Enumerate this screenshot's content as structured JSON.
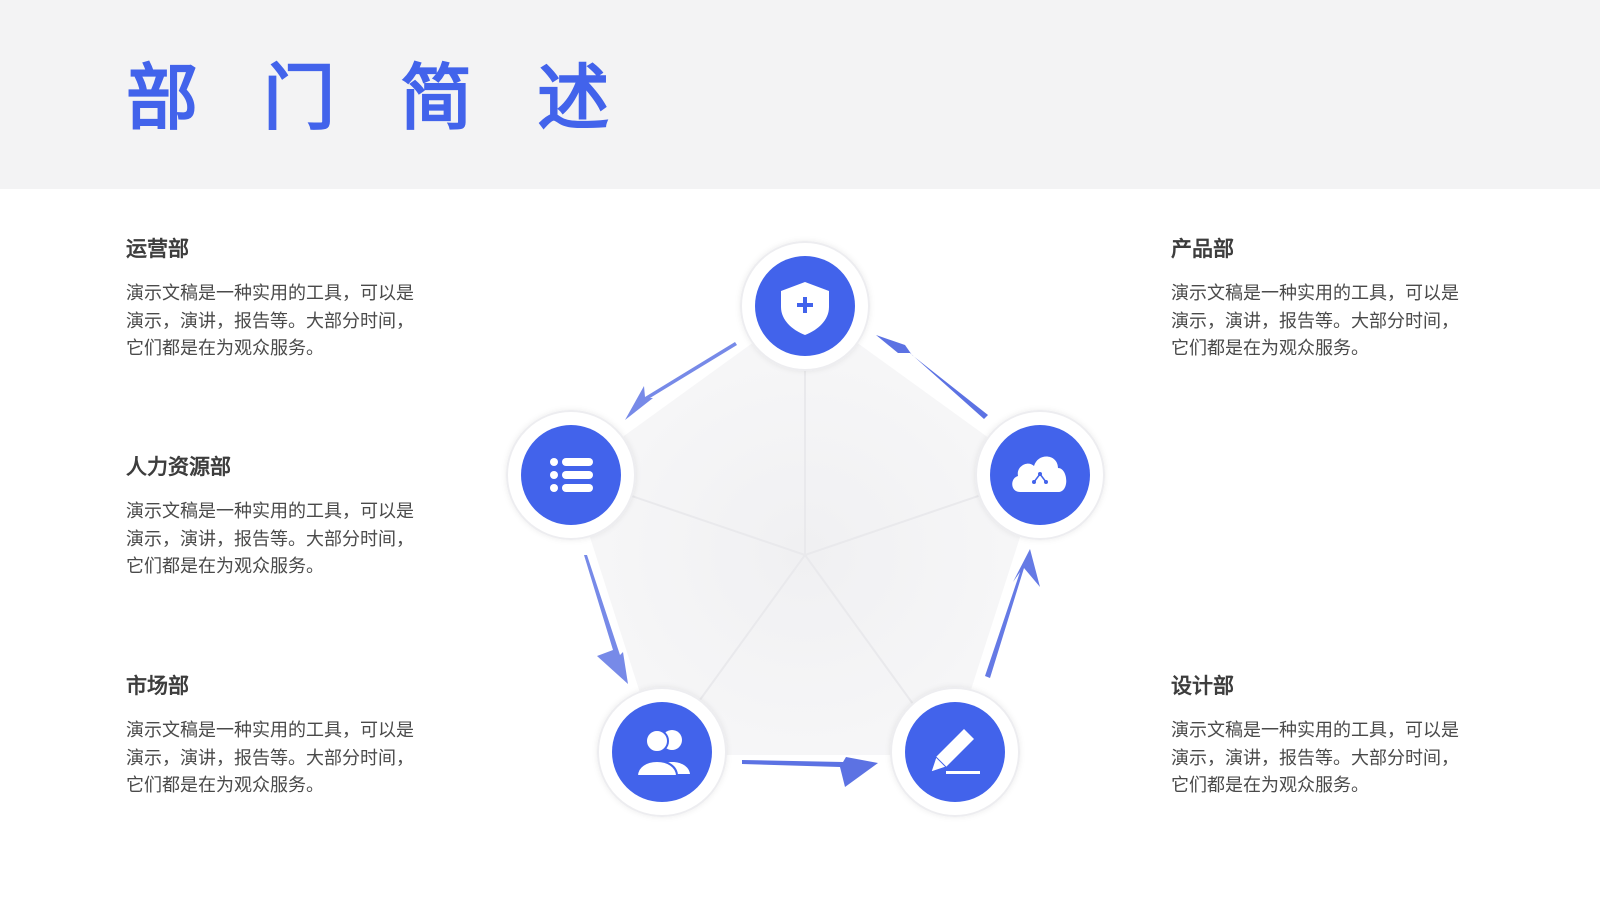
{
  "page": {
    "title": "部 门 简 述"
  },
  "departments": [
    {
      "name": "运营部",
      "description": "演示文稿是一种实用的工具，可以是演示，演讲，报告等。大部分时间，它们都是在为观众服务。"
    },
    {
      "name": "人力资源部",
      "description": "演示文稿是一种实用的工具，可以是演示，演讲，报告等。大部分时间，它们都是在为观众服务。"
    },
    {
      "name": "市场部",
      "description": "演示文稿是一种实用的工具，可以是演示，演讲，报告等。大部分时间，它们都是在为观众服务。"
    },
    {
      "name": "产品部",
      "description": "演示文稿是一种实用的工具，可以是演示，演讲，报告等。大部分时间，它们都是在为观众服务。"
    },
    {
      "name": "设计部",
      "description": "演示文稿是一种实用的工具，可以是演示，演讲，报告等。大部分时间，它们都是在为观众服务。"
    }
  ],
  "cycle": {
    "nodes": [
      {
        "icon": "shield-plus-icon"
      },
      {
        "icon": "cloud-share-icon"
      },
      {
        "icon": "pencil-icon"
      },
      {
        "icon": "users-icon"
      },
      {
        "icon": "list-icon"
      }
    ]
  },
  "colors": {
    "accent": "#4263eb",
    "header_bg": "#f3f3f4",
    "text_heading": "#3d3d3d",
    "text_body": "#4a4a4a"
  }
}
